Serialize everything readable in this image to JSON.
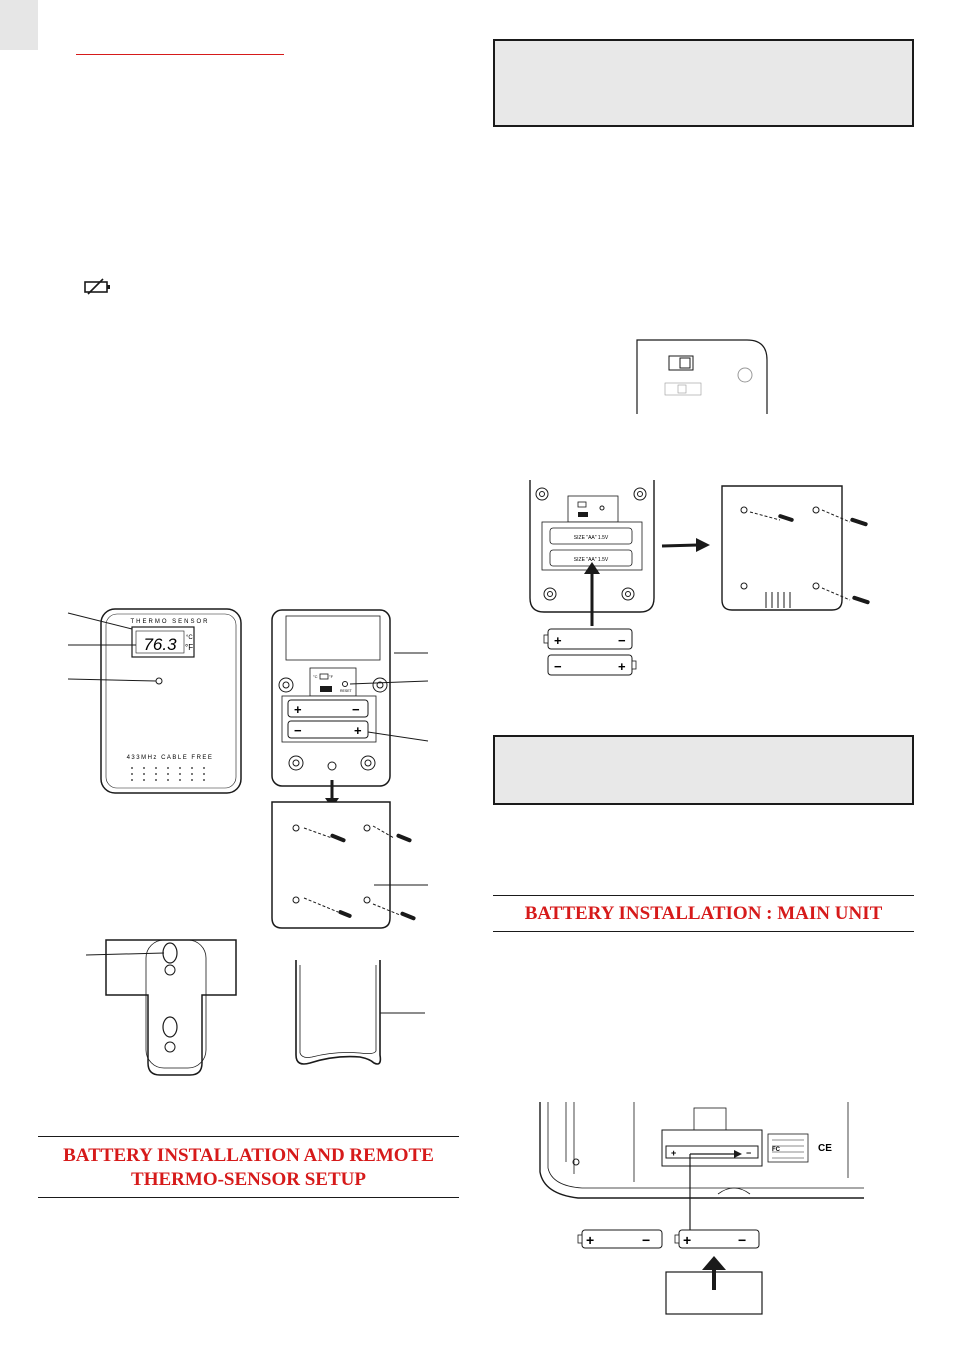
{
  "colors": {
    "heading_red": "#d61a1a",
    "callout_bg": "#e8e8e8",
    "line": "#1a1a1a"
  },
  "icons": {
    "battery_low": "battery-slash-icon"
  },
  "sensor_front": {
    "brand": "THERMO SENSOR",
    "reading": "76.3",
    "unit_top": "°C",
    "unit_bottom": "°F",
    "frequency_text": "433MHz CABLE FREE"
  },
  "sensor_back": {
    "switch_c": "°C",
    "switch_f": "°F",
    "reset": "RESET"
  },
  "battery_label": "SIZE \"AA\" 1.5V",
  "plus": "+",
  "minus": "−",
  "main_unit_labels": {
    "ce": "CE",
    "fc": "FC"
  },
  "headings": {
    "sensor_setup_line1": "BATTERY INSTALLATION AND REMOTE",
    "sensor_setup_line2": "THERMO-SENSOR SETUP",
    "main_unit": "BATTERY INSTALLATION : MAIN UNIT"
  }
}
